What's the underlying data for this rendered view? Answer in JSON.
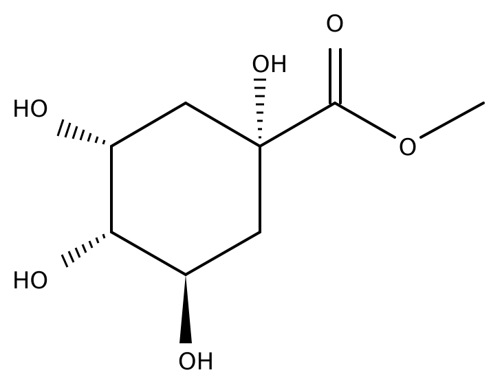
{
  "molecule": {
    "atoms": {
      "o_carbonyl": "O",
      "oh_top": "OH",
      "o_ester": "O",
      "ho_upper_left": "HO",
      "ho_lower_left": "HO",
      "oh_bottom": "OH"
    },
    "colors": {
      "bond": "#000000",
      "label": "#000000",
      "background": "#ffffff"
    }
  }
}
